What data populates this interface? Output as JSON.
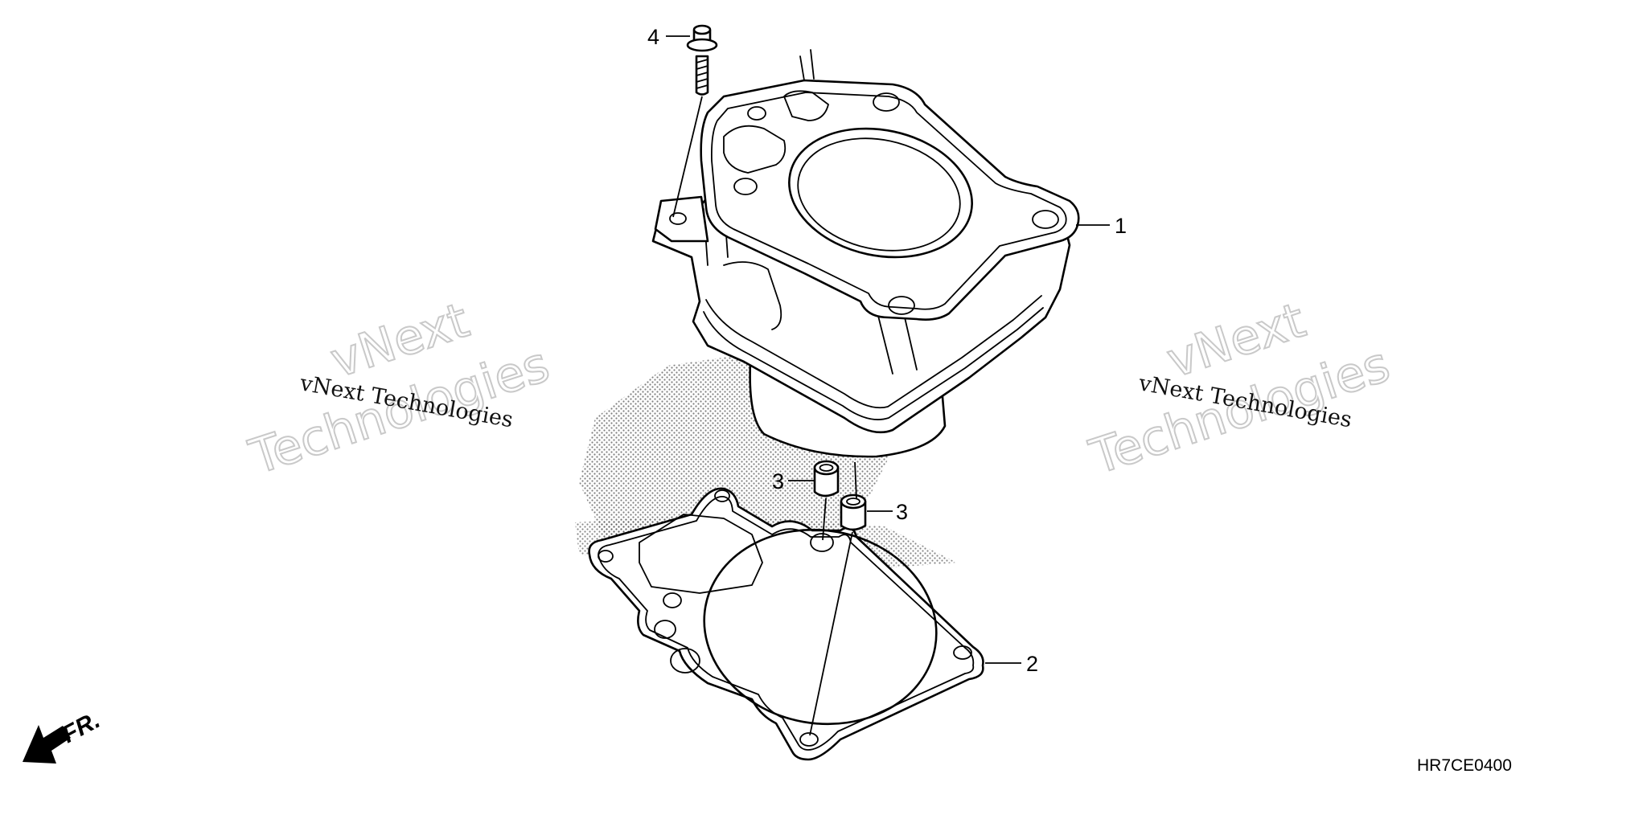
{
  "diagram": {
    "drawing_code": "HR7CE0400",
    "direction_label": "FR.",
    "callouts": {
      "cylinder": "1",
      "gasket": "2",
      "dowel_left": "3",
      "dowel_right": "3",
      "bolt": "4"
    },
    "watermarks": {
      "left_small": "vNext Technologies",
      "left_big_line1": "vNext",
      "left_big_line2": "Technologies",
      "right_small": "vNext Technologies",
      "right_big_line1": "vNext",
      "right_big_line2": "Technologies"
    },
    "colors": {
      "ink": "#000000",
      "background": "#ffffff",
      "watermark_outline": "#c9c9c9"
    }
  }
}
